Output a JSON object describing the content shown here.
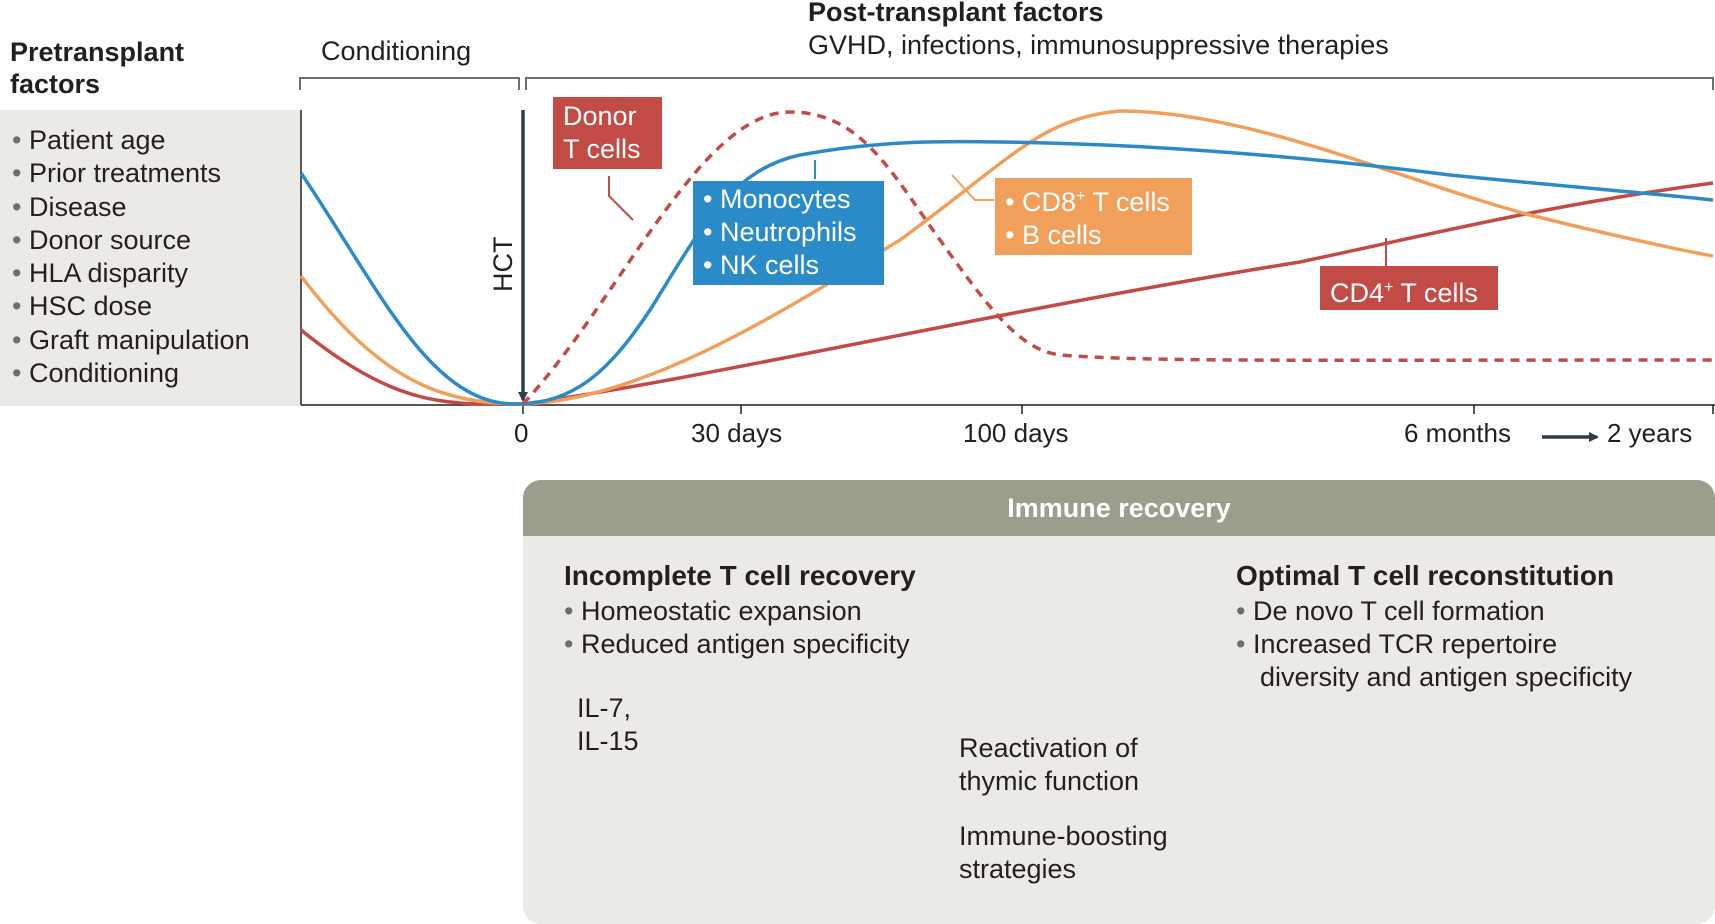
{
  "pretransplant": {
    "title_line1": "Pretransplant",
    "title_line2": "factors",
    "items": [
      "Patient age",
      "Prior treatments",
      "Disease",
      "Donor source",
      "HLA disparity",
      "HSC dose",
      "Graft manipulation",
      "Conditioning"
    ]
  },
  "conditioning_label": "Conditioning",
  "posttransplant": {
    "title": "Post-transplant factors",
    "subtitle": "GVHD, infections, immunosuppressive therapies"
  },
  "hct_label": "HCT",
  "time_ticks": [
    "0",
    "30 days",
    "100 days",
    "6 months",
    "2 years"
  ],
  "callouts": {
    "donor": [
      "Donor",
      "T cells"
    ],
    "innate": [
      "Monocytes",
      "Neutrophils",
      "NK cells"
    ],
    "cd8": [
      "CD8",
      "+",
      " T cells"
    ],
    "bcells": "B cells",
    "cd4": [
      "CD4",
      "+",
      " T cells"
    ]
  },
  "colors": {
    "blue": "#2b8bc8",
    "orange": "#f0a05a",
    "red": "#c24b45",
    "dark": "#2f3e4c",
    "panel": "#eceae7",
    "header": "#9b9e8c"
  },
  "recovery": {
    "header": "Immune recovery",
    "incomplete": {
      "title": "Incomplete T cell recovery",
      "items": [
        "Homeostatic expansion",
        "Reduced antigen specificity"
      ]
    },
    "optimal": {
      "title": "Optimal T cell reconstitution",
      "item1": "De novo T cell  formation",
      "item2_line1": "Increased TCR repertoire",
      "item2_line2": "diversity and antigen specificity"
    },
    "cytokines": [
      "IL-7,",
      "IL-15"
    ],
    "arrow_above": [
      "Reactivation of",
      "thymic function"
    ],
    "arrow_below": [
      "Immune-boosting",
      "strategies"
    ]
  }
}
